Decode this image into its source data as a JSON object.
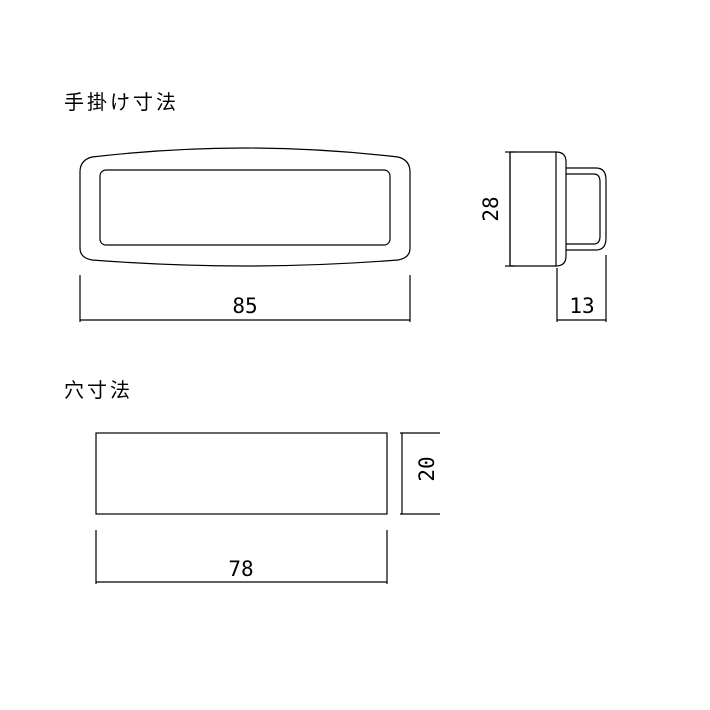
{
  "sections": {
    "handle_title": "手掛け寸法",
    "hole_title": "穴寸法"
  },
  "dimensions": {
    "handle_width": "85",
    "handle_height": "28",
    "handle_depth": "13",
    "hole_width": "78",
    "hole_height": "20"
  }
}
